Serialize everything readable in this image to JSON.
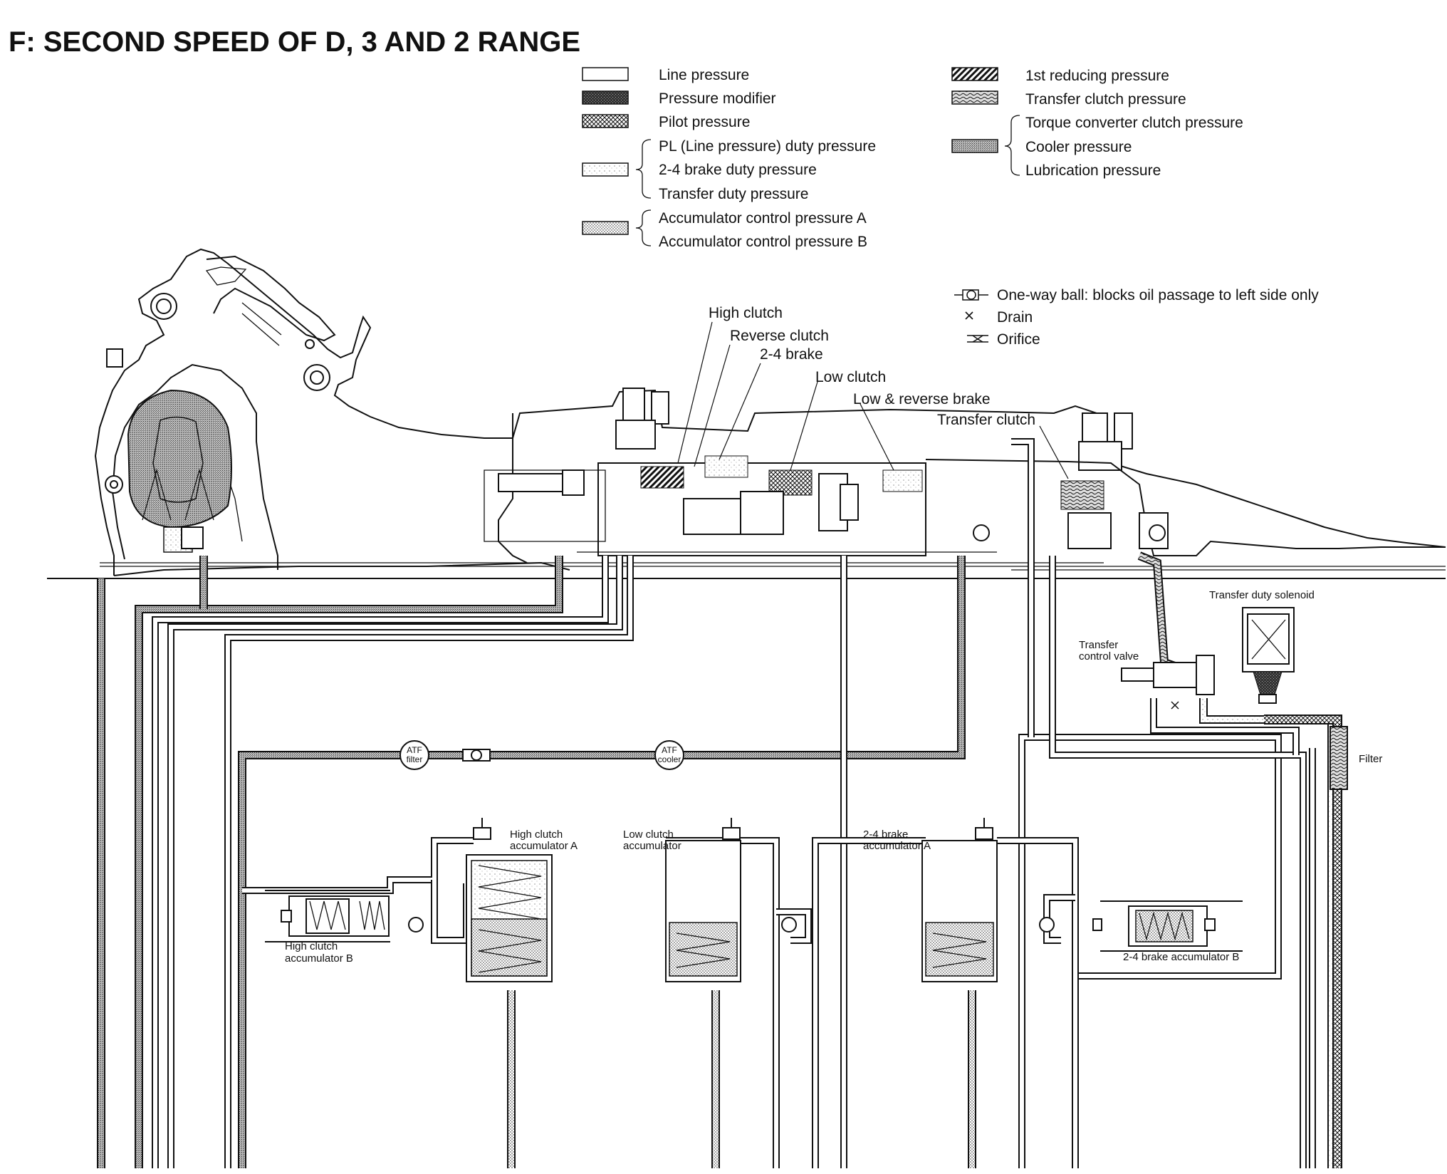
{
  "title": "F: SECOND SPEED OF D, 3 AND 2 RANGE",
  "legend": {
    "left": [
      {
        "label": "Line pressure"
      },
      {
        "label": "Pressure modifier"
      },
      {
        "label": "Pilot pressure"
      },
      {
        "label": "PL (Line pressure) duty pressure"
      },
      {
        "label": "2-4 brake duty pressure"
      },
      {
        "label": "Transfer duty pressure"
      },
      {
        "label": "Accumulator control pressure A"
      },
      {
        "label": "Accumulator control pressure B"
      }
    ],
    "right": [
      {
        "label": "1st reducing pressure"
      },
      {
        "label": "Transfer clutch pressure"
      },
      {
        "label": "Torque converter clutch pressure"
      },
      {
        "label": "Cooler pressure"
      },
      {
        "label": "Lubrication pressure"
      }
    ]
  },
  "symbols": [
    {
      "label": "One-way ball: blocks oil passage to left side only",
      "icon": "one-way-ball-icon"
    },
    {
      "label": "Drain",
      "icon": "drain-icon"
    },
    {
      "label": "Orifice",
      "icon": "orifice-icon"
    }
  ],
  "components": {
    "high_clutch": "High clutch",
    "reverse_clutch": "Reverse clutch",
    "brake_24": "2-4 brake",
    "low_clutch": "Low clutch",
    "low_reverse_brake": "Low & reverse brake",
    "transfer_clutch": "Transfer clutch",
    "transfer_duty_solenoid": "Transfer duty solenoid",
    "transfer_control_valve": [
      "Transfer",
      "control valve"
    ],
    "filter": "Filter",
    "atf_filter": [
      "ATF",
      "filter"
    ],
    "atf_cooler": [
      "ATF",
      "cooler"
    ],
    "high_clutch_acc_a": [
      "High clutch",
      "accumulator A"
    ],
    "high_clutch_acc_b": [
      "High clutch",
      "accumulator B"
    ],
    "low_clutch_acc": [
      "Low clutch",
      "accumulator"
    ],
    "brake_24_acc_a": [
      "2-4 brake",
      "accumulator A"
    ],
    "brake_24_acc_b": "2-4 brake accumulator B"
  }
}
